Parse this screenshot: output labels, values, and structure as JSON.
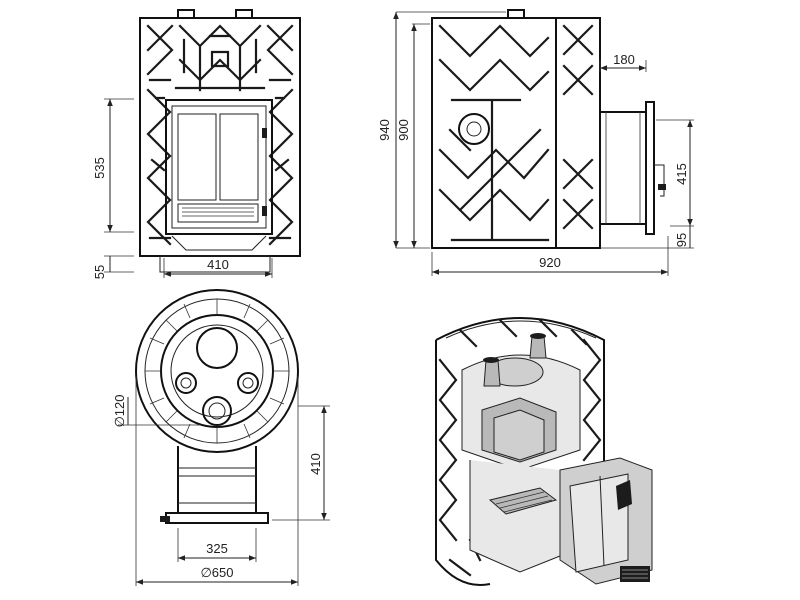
{
  "dimensions": {
    "front_height_door": "535",
    "front_width": "410",
    "front_base": "55",
    "side_total_height": "940",
    "side_body_height": "900",
    "side_flue": "180",
    "side_tunnel_height": "415",
    "side_tunnel_base": "95",
    "side_total_depth": "920",
    "top_chimney_diameter": "∅120",
    "top_tunnel_length": "410",
    "top_tunnel_width": "325",
    "top_diameter": "∅650"
  }
}
